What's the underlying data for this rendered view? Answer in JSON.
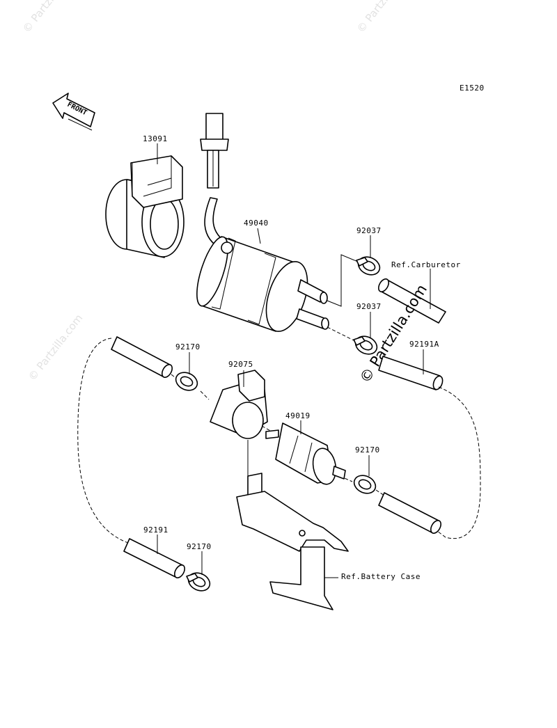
{
  "diagram_code": "E1520",
  "front_label": "FRONT",
  "watermark": "© Partzilla.com",
  "parts": {
    "p13091": "13091",
    "p49040": "49040",
    "p92037_top": "92037",
    "p92037_mid": "92037",
    "ref_carburetor": "Ref.Carburetor",
    "p92191A": "92191A",
    "p92170_upper": "92170",
    "p92075": "92075",
    "p49019": "49019",
    "p92170_right": "92170",
    "p92191": "92191",
    "p92170_lower": "92170",
    "ref_battery_case": "Ref.Battery Case"
  }
}
